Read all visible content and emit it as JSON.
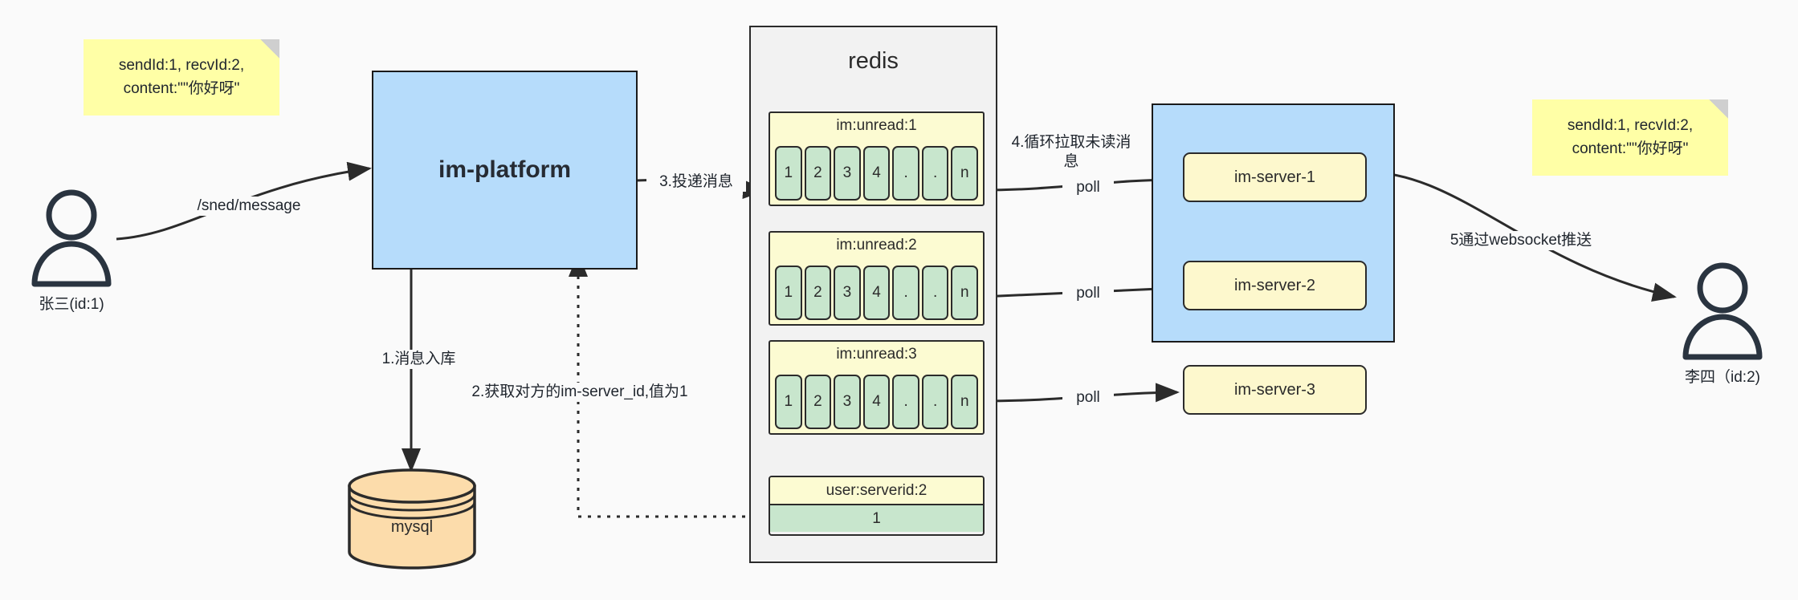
{
  "diagram": {
    "title": "IM message delivery flow",
    "colors": {
      "background": "#fafafa",
      "note": "#ffffa6",
      "blue": "#b6dcfb",
      "redis_panel": "#f2f2f2",
      "key_yellow": "#fcfbd2",
      "cell_green": "#c8e6cd",
      "server_yellow": "#fdf8cd",
      "mysql_orange": "#fcdcab",
      "stroke": "#2b2b2b"
    }
  },
  "notes": {
    "left": "sendId:1,\nrecvId:2,\ncontent:\"\"你好呀\"",
    "right": "sendId:1,\nrecvId:2,\ncontent:\"\"你好呀\""
  },
  "users": {
    "sender": {
      "label": "张三(id:1)",
      "icon": "user-icon"
    },
    "receiver": {
      "label": "李四（id:2)",
      "icon": "user-icon"
    }
  },
  "platform": {
    "label": "im-platform"
  },
  "database": {
    "label": "mysql",
    "icon": "database-cylinder-icon"
  },
  "redis": {
    "title": "redis",
    "lists": [
      {
        "key": "im:unread:1",
        "cells": [
          "1",
          "2",
          "3",
          "4",
          ".",
          ".",
          "n"
        ]
      },
      {
        "key": "im:unread:2",
        "cells": [
          "1",
          "2",
          "3",
          "4",
          ".",
          ".",
          "n"
        ]
      },
      {
        "key": "im:unread:3",
        "cells": [
          "1",
          "2",
          "3",
          "4",
          ".",
          ".",
          "n"
        ]
      }
    ],
    "kv": {
      "key": "user:serverid:2",
      "value": "1"
    }
  },
  "servers": {
    "items": [
      {
        "label": "im-server-1"
      },
      {
        "label": "im-server-2"
      },
      {
        "label": "im-server-3"
      }
    ]
  },
  "edges": {
    "send_message": "/sned/message",
    "step1": "1.消息入库",
    "step2": "2.获取对方的im-server_id,值为1",
    "step3": "3.投递消息",
    "step4": "4.循环拉取未读消\n息",
    "poll1": "poll",
    "poll2": "poll",
    "poll3": "poll",
    "step5": "5通过websocket推送"
  }
}
